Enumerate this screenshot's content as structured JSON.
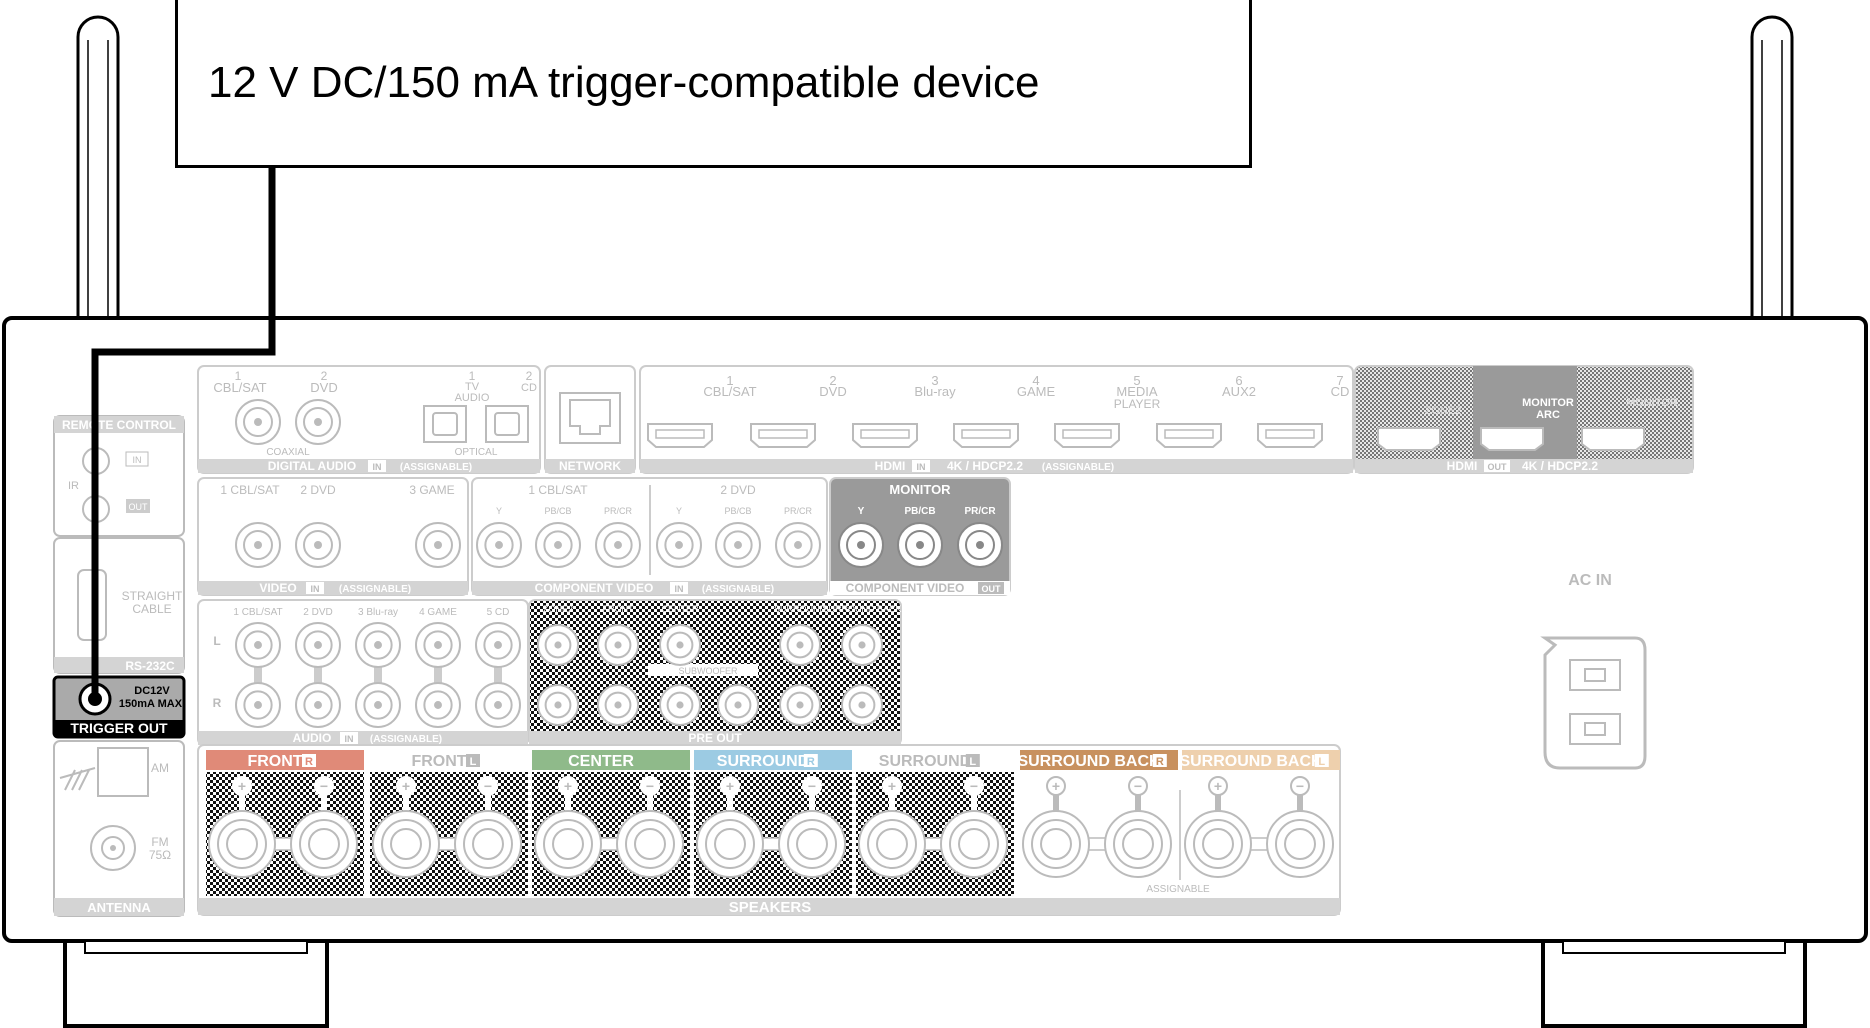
{
  "callout": {
    "text": "12 V DC/150 mA trigger-compatible device"
  },
  "remote_control": {
    "title": "REMOTE CONTROL",
    "ir": "IR",
    "in": "IN",
    "out": "OUT"
  },
  "rs232c": {
    "straight": "STRAIGHT",
    "cable": "CABLE",
    "title": "RS-232C"
  },
  "trigger": {
    "line1": "DC12V",
    "line2": "150mA MAX.",
    "title": "TRIGGER OUT"
  },
  "antenna": {
    "am": "AM",
    "fm": "FM",
    "fm_ohm": "75Ω",
    "title": "ANTENNA"
  },
  "digital_audio": {
    "in1_num": "1",
    "in1_name": "CBL/SAT",
    "in2_num": "2",
    "in2_name": "DVD",
    "coaxial": "COAXIAL",
    "opt1_num": "1",
    "opt1_name": "TV",
    "opt1_name2": "AUDIO",
    "opt2_num": "2",
    "opt2_name": "CD",
    "optical": "OPTICAL",
    "footer_label": "DIGITAL AUDIO",
    "footer_in": "IN",
    "footer_assign": "(ASSIGNABLE)"
  },
  "network": {
    "title": "NETWORK"
  },
  "hdmi_in": {
    "inputs": [
      {
        "num": "1",
        "name": "CBL/SAT",
        "name2": ""
      },
      {
        "num": "2",
        "name": "DVD",
        "name2": ""
      },
      {
        "num": "3",
        "name": "Blu-ray",
        "name2": ""
      },
      {
        "num": "4",
        "name": "GAME",
        "name2": ""
      },
      {
        "num": "5",
        "name": "MEDIA",
        "name2": "PLAYER"
      },
      {
        "num": "6",
        "name": "AUX2",
        "name2": ""
      },
      {
        "num": "7",
        "name": "CD",
        "name2": ""
      }
    ],
    "footer_label": "HDMI",
    "footer_in": "IN",
    "footer_spec": "4K / HDCP2.2",
    "footer_assign": "(ASSIGNABLE)"
  },
  "hdmi_out": {
    "zone2": "ZONE2",
    "monitor_arc": "MONITOR",
    "monitor_arc2": "ARC",
    "monitor2": "MONITOR",
    "footer_label": "HDMI",
    "footer_out": "OUT",
    "footer_spec": "4K / HDCP2.2"
  },
  "video_in": {
    "inputs": [
      "1 CBL/SAT",
      "2 DVD",
      "3 GAME"
    ],
    "footer_label": "VIDEO",
    "footer_in": "IN",
    "footer_assign": "(ASSIGNABLE)"
  },
  "component_in": {
    "group1": "1 CBL/SAT",
    "group2": "2 DVD",
    "y": "Y",
    "pb": "PB/CB",
    "pr": "PR/CR",
    "footer_label": "COMPONENT VIDEO",
    "footer_in": "IN",
    "footer_assign": "(ASSIGNABLE)"
  },
  "component_out": {
    "title": "MONITOR",
    "y": "Y",
    "pb": "PB/CB",
    "pr": "PR/CR",
    "footer_label": "COMPONENT VIDEO",
    "footer_out": "OUT"
  },
  "audio_in": {
    "inputs": [
      "1 CBL/SAT",
      "2 DVD",
      "3 Blu-ray",
      "4 GAME",
      "5 CD"
    ],
    "l": "L",
    "r": "R",
    "footer_label": "AUDIO",
    "footer_in": "IN",
    "footer_assign": "(ASSIGNABLE)"
  },
  "pre_out": {
    "zone2": "ZONE2",
    "front": "FRONT",
    "center": "CENTER",
    "surround": "SURROUND",
    "surround_back": "SURROUND BACK",
    "subwoofer": "SUBWOOFER",
    "sub1": "1",
    "sub2": "2",
    "title": "PRE OUT"
  },
  "ac_in": {
    "title": "AC IN"
  },
  "speakers": {
    "channels": [
      {
        "label": "FRONT",
        "side": "R",
        "color": "#e08a78"
      },
      {
        "label": "FRONT",
        "side": "L",
        "color": "#ffffff"
      },
      {
        "label": "CENTER",
        "side": "",
        "color": "#8fba8a"
      },
      {
        "label": "SURROUND",
        "side": "R",
        "color": "#9ccbe3"
      },
      {
        "label": "SURROUND",
        "side": "L",
        "color": "#ffffff"
      },
      {
        "label": "SURROUND BACK",
        "side": "R",
        "color": "#c8915f"
      },
      {
        "label": "SURROUND BACK",
        "side": "L",
        "color": "#eed0ad"
      }
    ],
    "plus": "+",
    "minus": "−",
    "assignable": "ASSIGNABLE",
    "title": "SPEAKERS"
  }
}
